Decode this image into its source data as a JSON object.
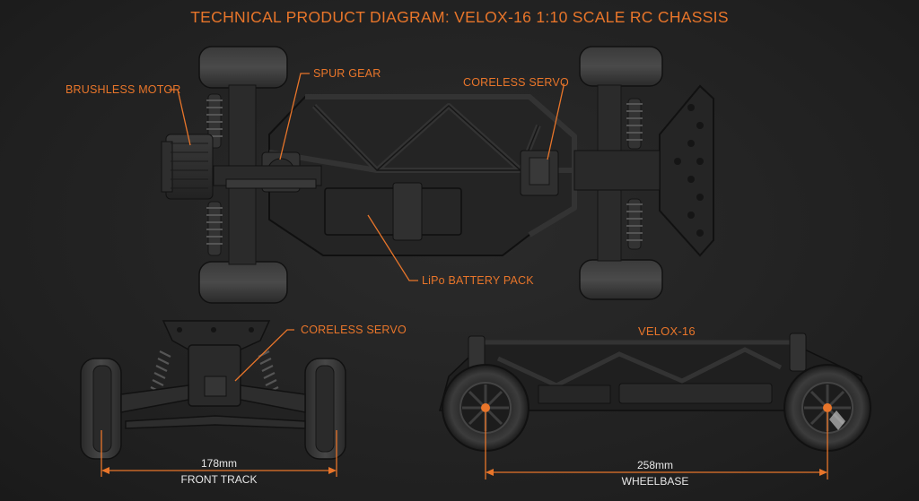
{
  "title": "TECHNICAL PRODUCT DIAGRAM: VELOX-16 1:10 SCALE RC CHASSIS",
  "top_view": {
    "labels": {
      "brushless_motor": "BRUSHLESS MOTOR",
      "spur_gear": "SPUR GEAR",
      "coreless_servo": "CORELESS SERVO",
      "battery": "LiPo BATTERY PACK"
    }
  },
  "front_view": {
    "coreless_servo": "CORELESS SERVO",
    "track_value": "178mm",
    "track_label": "FRONT TRACK"
  },
  "side_view": {
    "name": "VELOX-16",
    "wheelbase_value": "258mm",
    "wheelbase_label": "WHEELBASE"
  },
  "colors": {
    "background": "#232323",
    "label_orange": "#e8752a",
    "dimension_text": "#e8e8e8",
    "chassis_dark": "#1b1b1b"
  }
}
